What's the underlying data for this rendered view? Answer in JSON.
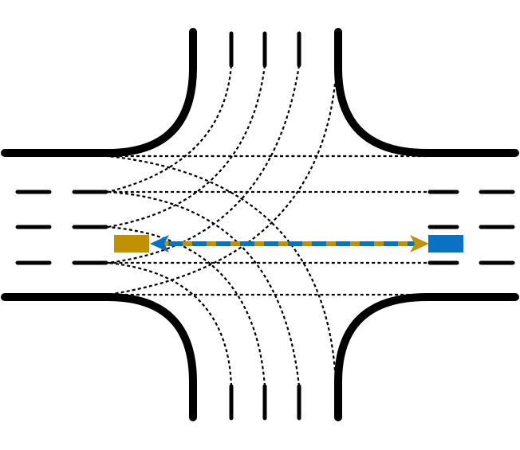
{
  "diagram": {
    "kind": "intersection-conflict-diagram",
    "colors": {
      "background": "#ffffff",
      "curb": "#000000",
      "lane_marking": "#000000",
      "movement_path": "#000000",
      "vehicle_a": "#c09100",
      "vehicle_b": "#0a72c4"
    },
    "vehicles": [
      {
        "name": "vehicle-a",
        "color": "#c09100",
        "heading": "east"
      },
      {
        "name": "vehicle-b",
        "color": "#0a72c4",
        "heading": "west"
      }
    ]
  }
}
